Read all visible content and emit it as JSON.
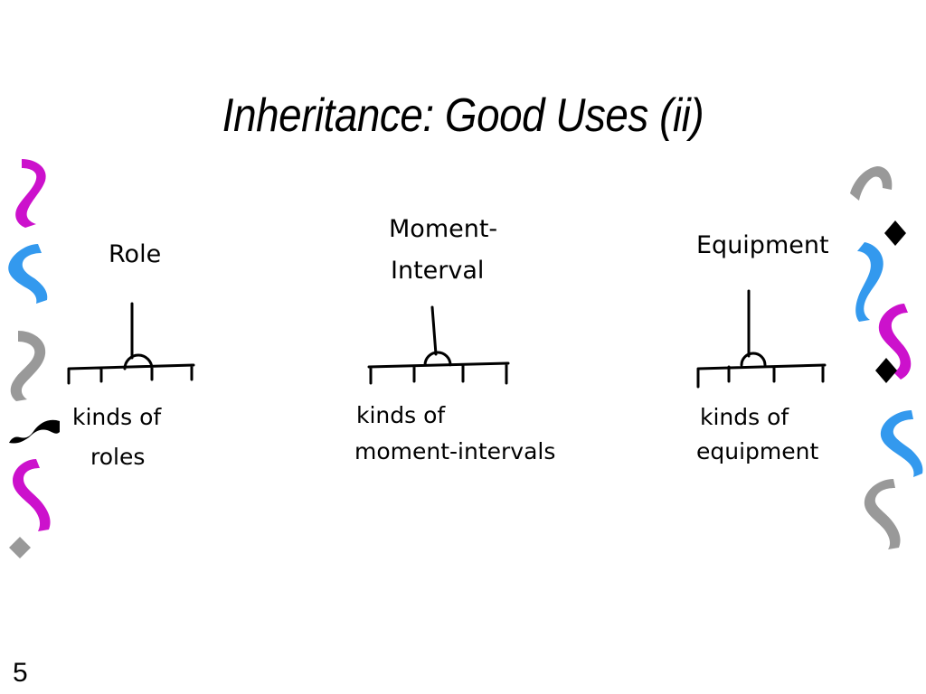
{
  "slide": {
    "title": "Inheritance: Good Uses (ii)",
    "number": "5"
  },
  "diagram": {
    "groups": [
      {
        "superclass": "Role",
        "subclass_line1": "kinds of",
        "subclass_line2": "roles"
      },
      {
        "superclass_line1": "Moment-",
        "superclass_line2": "Interval",
        "subclass_line1": "kinds of",
        "subclass_line2": "moment-intervals"
      },
      {
        "superclass": "Equipment",
        "subclass_line1": "kinds of",
        "subclass_line2": "equipment"
      }
    ]
  },
  "colors": {
    "magenta": "#cc11cc",
    "blue": "#3399ee",
    "gray": "#999999",
    "ink": "#000000"
  },
  "decorations": {
    "left_border": [
      "squiggle-magenta",
      "squiggle-blue",
      "squiggle-gray",
      "curly-brace-black",
      "squiggle-magenta",
      "diamond-gray"
    ],
    "right_border": [
      "squiggle-gray",
      "diamond-black",
      "squiggle-blue",
      "squiggle-magenta",
      "diamond-black",
      "squiggle-blue",
      "squiggle-gray"
    ]
  }
}
